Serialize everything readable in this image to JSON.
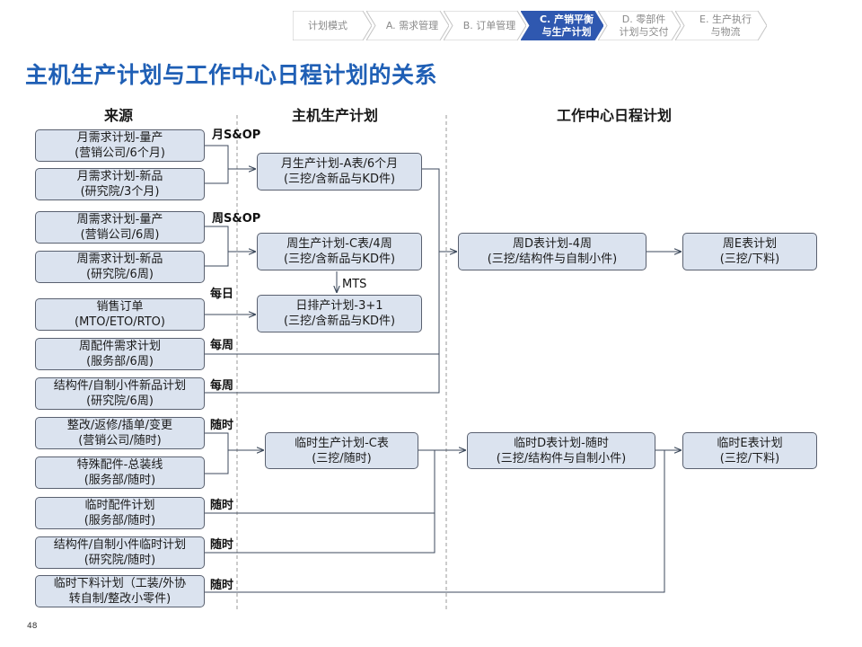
{
  "breadcrumb": {
    "items": [
      {
        "label": "计划模式",
        "active": false
      },
      {
        "label": "A. 需求管理",
        "active": false
      },
      {
        "label": "B. 订单管理",
        "active": false
      },
      {
        "label": "C. 产销平衡\n与生产计划",
        "active": true
      },
      {
        "label": "D. 零部件\n计划与交付",
        "active": false
      },
      {
        "label": "E. 生产执行\n与物流",
        "active": false
      }
    ]
  },
  "page": {
    "title": "主机生产计划与工作中心日程计划的关系",
    "page_number": "48"
  },
  "columns": {
    "source": "来源",
    "master": "主机生产计划",
    "workcenter": "工作中心日程计划"
  },
  "sources": [
    {
      "l1": "月需求计划-量产",
      "l2": "(营销公司/6个月)"
    },
    {
      "l1": "月需求计划-新品",
      "l2": "(研究院/3个月)"
    },
    {
      "l1": "周需求计划-量产",
      "l2": "(营销公司/6周)"
    },
    {
      "l1": "周需求计划-新品",
      "l2": "(研究院/6周)"
    },
    {
      "l1": "销售订单",
      "l2": "(MTO/ETO/RTO)"
    },
    {
      "l1": "周配件需求计划",
      "l2": "(服务部/6周)"
    },
    {
      "l1": "结构件/自制小件新品计划",
      "l2": "(研究院/6周)"
    },
    {
      "l1": "整改/返修/插单/变更",
      "l2": "(营销公司/随时)"
    },
    {
      "l1": "特殊配件-总装线",
      "l2": "(服务部/随时)"
    },
    {
      "l1": "临时配件计划",
      "l2": "(服务部/随时)"
    },
    {
      "l1": "结构件/自制小件临时计划",
      "l2": "(研究院/随时)"
    },
    {
      "l1": "临时下料计划（工装/外协",
      "l2": "转自制/整改小零件)"
    }
  ],
  "master_plans": [
    {
      "l1": "月生产计划-A表/6个月",
      "l2": "(三挖/含新品与KD件)"
    },
    {
      "l1": "周生产计划-C表/4周",
      "l2": "(三挖/含新品与KD件)"
    },
    {
      "l1": "日排产计划-3+1",
      "l2": "(三挖/含新品与KD件)"
    },
    {
      "l1": "临时生产计划-C表",
      "l2": "(三挖/随时)"
    }
  ],
  "workcenter_plans": [
    {
      "l1": "周D表计划-4周",
      "l2": "(三挖/结构件与自制小件)"
    },
    {
      "l1": "周E表计划",
      "l2": "(三挖/下料)"
    },
    {
      "l1": "临时D表计划-随时",
      "l2": "(三挖/结构件与自制小件)"
    },
    {
      "l1": "临时E表计划",
      "l2": "(三挖/下料)"
    }
  ],
  "labels": {
    "monthly_sop": "月S&OP",
    "weekly_sop": "周S&OP",
    "daily": "每日",
    "mts": "MTS",
    "weekly_1": "每周",
    "weekly_2": "每周",
    "anytime_1": "随时",
    "anytime_2": "随时",
    "anytime_3": "随时",
    "anytime_4": "随时"
  },
  "colors": {
    "title": "#1f5fb5",
    "box_fill": "#dbe3ef",
    "box_border": "#5a6170",
    "active_crumb": "#2f58b0",
    "line": "#3d4a5c"
  }
}
